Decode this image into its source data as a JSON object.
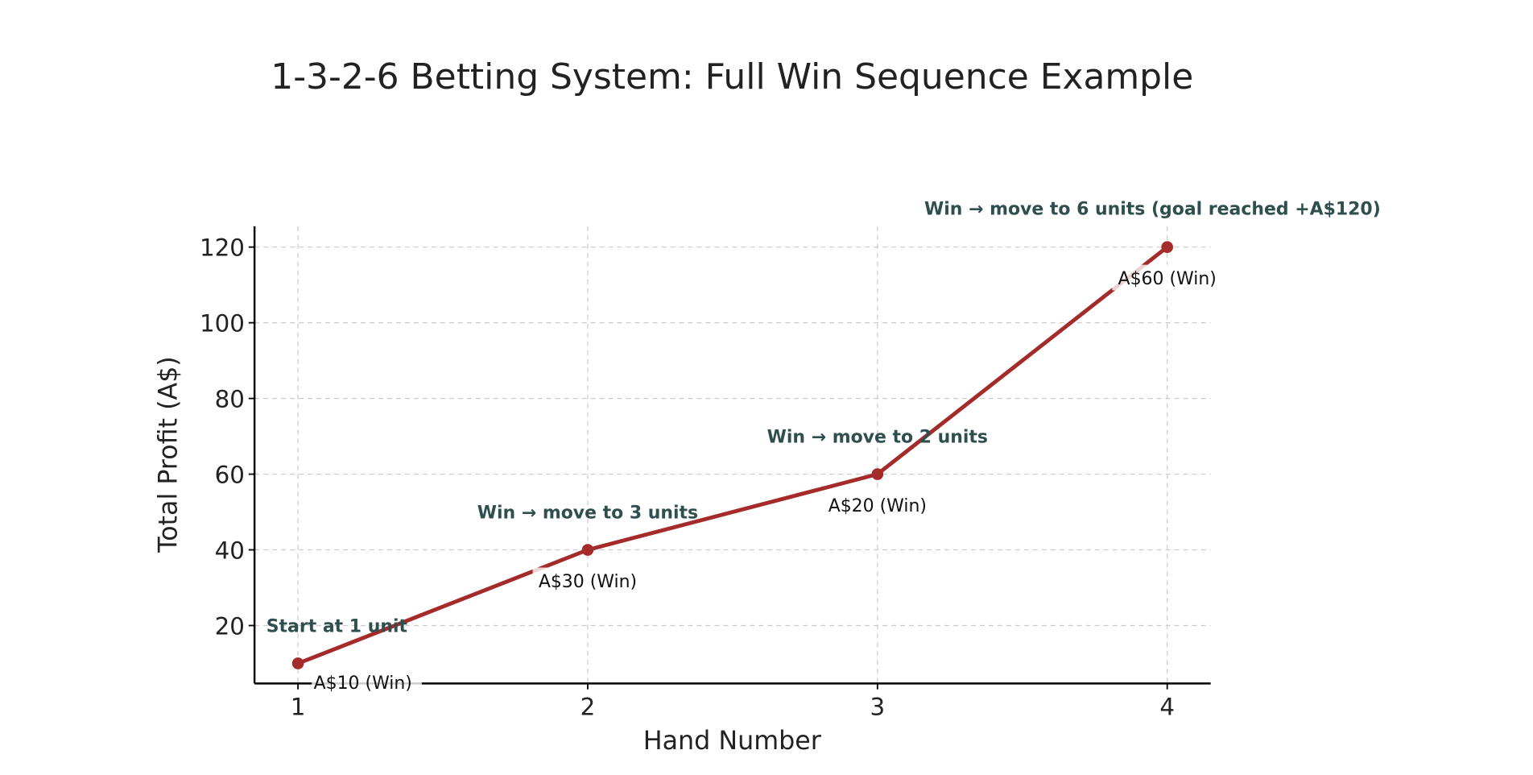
{
  "chart_data": {
    "type": "line",
    "title": "1-3-2-6 Betting System: Full Win Sequence Example",
    "xlabel": "Hand Number",
    "ylabel": "Total Profit (A$)",
    "x": [
      1,
      2,
      3,
      4
    ],
    "y": [
      10,
      40,
      60,
      120
    ],
    "xticks": [
      "1",
      "2",
      "3",
      "4"
    ],
    "yticks": [
      "20",
      "40",
      "60",
      "80",
      "100",
      "120"
    ],
    "xlim": [
      0.85,
      4.15
    ],
    "ylim": [
      4.7,
      125.5
    ],
    "grid": true,
    "line_color": "#a52a2a",
    "point_labels": [
      "A$10 (Win)",
      "A$30 (Win)",
      "A$20 (Win)",
      "A$60 (Win)"
    ],
    "step_annotations": [
      "Start at 1 unit",
      "Win → move to 3 units",
      "Win → move to 2 units",
      "Win → move to 6 units (goal reached +A$120)"
    ],
    "annotation_color": "#2f4f4f"
  }
}
